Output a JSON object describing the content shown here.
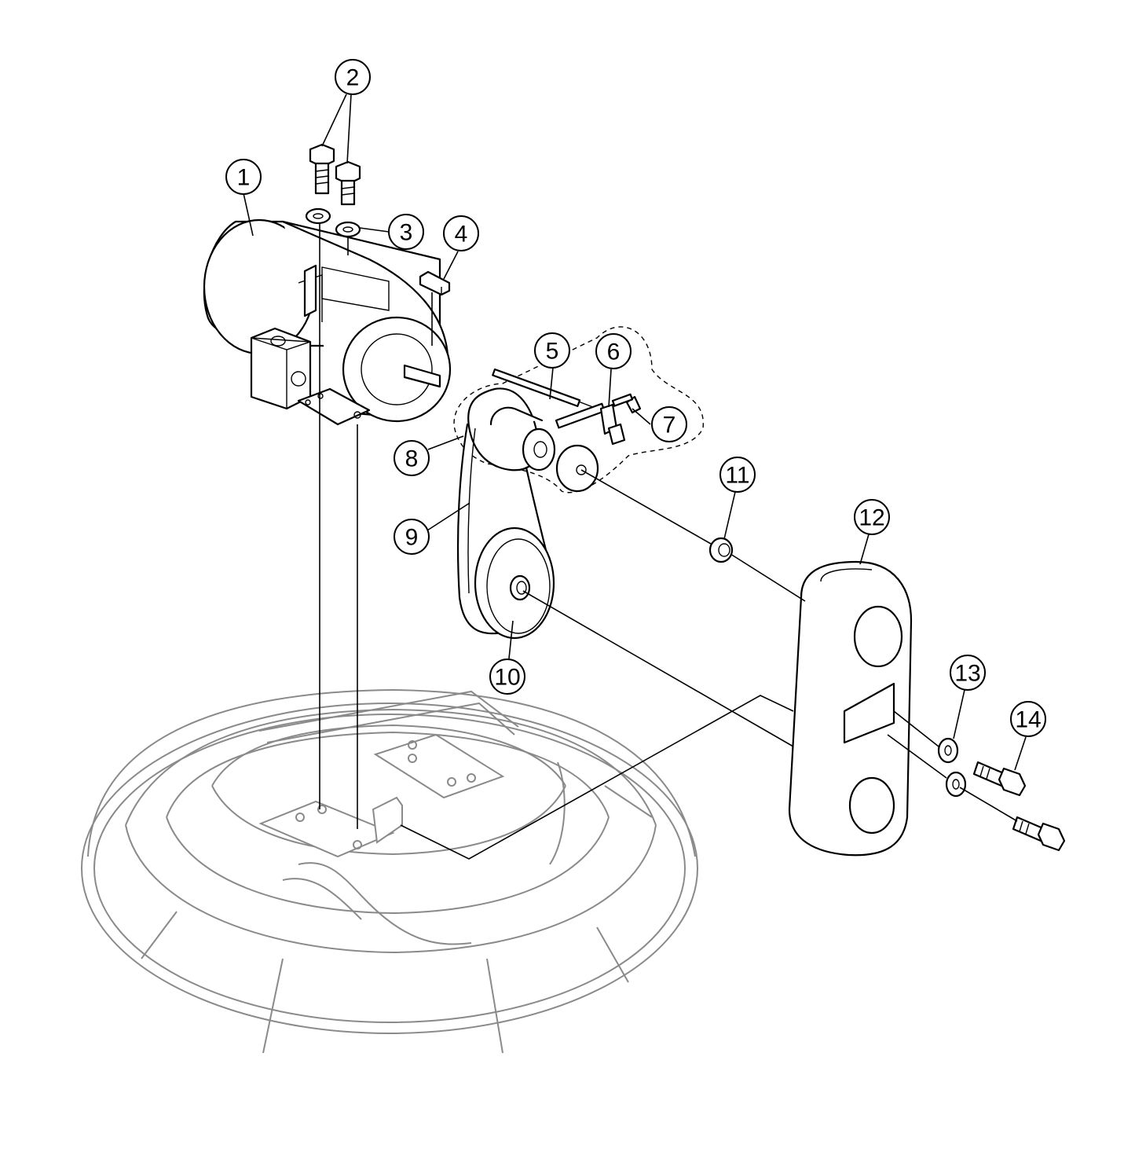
{
  "diagram": {
    "colors": {
      "line": "#000000",
      "frame": "#8a8a8a",
      "background": "#ffffff"
    },
    "callouts": [
      {
        "id": "c1",
        "label": "1"
      },
      {
        "id": "c2",
        "label": "2"
      },
      {
        "id": "c3",
        "label": "3"
      },
      {
        "id": "c4",
        "label": "4"
      },
      {
        "id": "c5",
        "label": "5"
      },
      {
        "id": "c6",
        "label": "6"
      },
      {
        "id": "c7",
        "label": "7"
      },
      {
        "id": "c8",
        "label": "8"
      },
      {
        "id": "c9",
        "label": "9"
      },
      {
        "id": "c10",
        "label": "10"
      },
      {
        "id": "c11",
        "label": "11"
      },
      {
        "id": "c12",
        "label": "12"
      },
      {
        "id": "c13",
        "label": "13"
      },
      {
        "id": "c14",
        "label": "14"
      }
    ]
  }
}
